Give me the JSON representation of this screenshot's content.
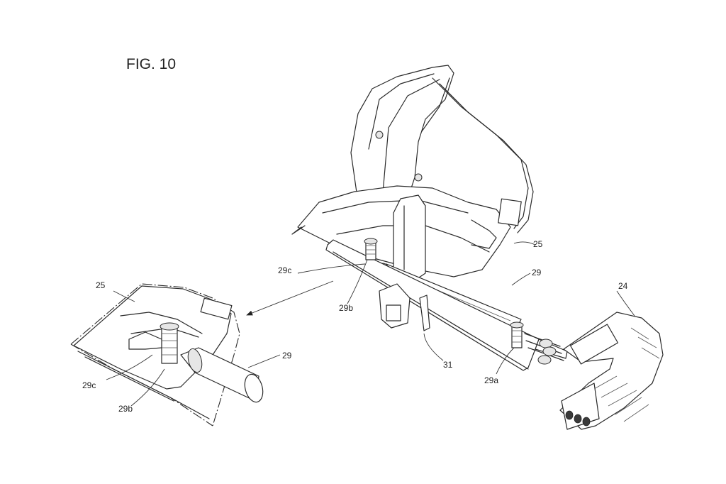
{
  "figure": {
    "title": "FIG. 10",
    "labels": {
      "l25_main": "25",
      "l29_main": "29",
      "l29c_main": "29c",
      "l29b_main": "29b",
      "l24": "24",
      "l31": "31",
      "l29a": "29a",
      "l25_detail": "25",
      "l29_detail": "29",
      "l29c_detail": "29c",
      "l29b_detail": "29b"
    }
  }
}
